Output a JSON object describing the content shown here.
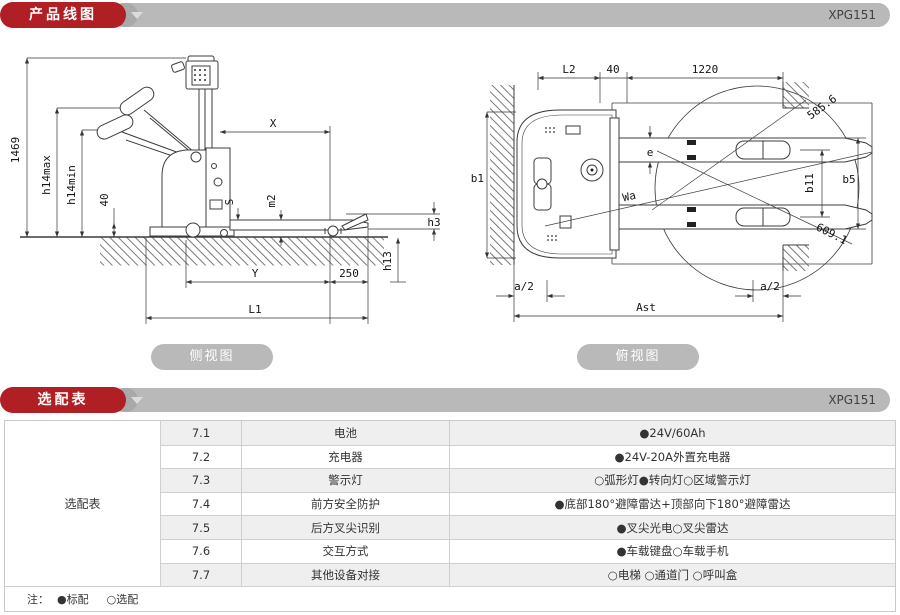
{
  "sections": {
    "line_drawing": {
      "title": "产品线图",
      "model": "XPG151"
    },
    "options": {
      "title": "选配表",
      "model": "XPG151"
    }
  },
  "views": {
    "side_label": "侧视图",
    "top_label": "俯视图"
  },
  "side_dims": {
    "height_1469": "1469",
    "h14max": "h14max",
    "h14min": "h14min",
    "clearance_40": "40",
    "x": "X",
    "s": "S",
    "m2": "m2",
    "h3": "h3",
    "h13": "h13",
    "y": "Y",
    "tip_250": "250",
    "l1": "L1"
  },
  "top_dims": {
    "l2": "L2",
    "gap_40": "40",
    "len_1220": "1220",
    "r_585": "585.6",
    "b1": "b1",
    "e": "e",
    "wa": "Wa",
    "b11": "b11",
    "b5": "b5",
    "r_609": "609.1",
    "a2_left": "a/2",
    "a2_right": "a/2",
    "ast": "Ast"
  },
  "options_table": {
    "group_label": "选配表",
    "rows": [
      {
        "no": "7.1",
        "item": "电池",
        "value": "●24V/60Ah"
      },
      {
        "no": "7.2",
        "item": "充电器",
        "value": "●24V-20A外置充电器"
      },
      {
        "no": "7.3",
        "item": "警示灯",
        "value": "○弧形灯●转向灯○区域警示灯"
      },
      {
        "no": "7.4",
        "item": "前方安全防护",
        "value": "●底部180°避障雷达+顶部向下180°避障雷达"
      },
      {
        "no": "7.5",
        "item": "后方叉尖识别",
        "value": "●叉尖光电○叉尖雷达"
      },
      {
        "no": "7.6",
        "item": "交互方式",
        "value": "●车载键盘○车载手机"
      },
      {
        "no": "7.7",
        "item": "其他设备对接",
        "value": "○电梯 ○通道门 ○呼叫盒"
      }
    ],
    "note_prefix": "注：",
    "note_standard": "●标配",
    "note_optional": "○选配"
  },
  "colors": {
    "accent": "#AF1F24",
    "bar_gray": "#B9B9B9",
    "row_alt": "#EFEFEF"
  }
}
